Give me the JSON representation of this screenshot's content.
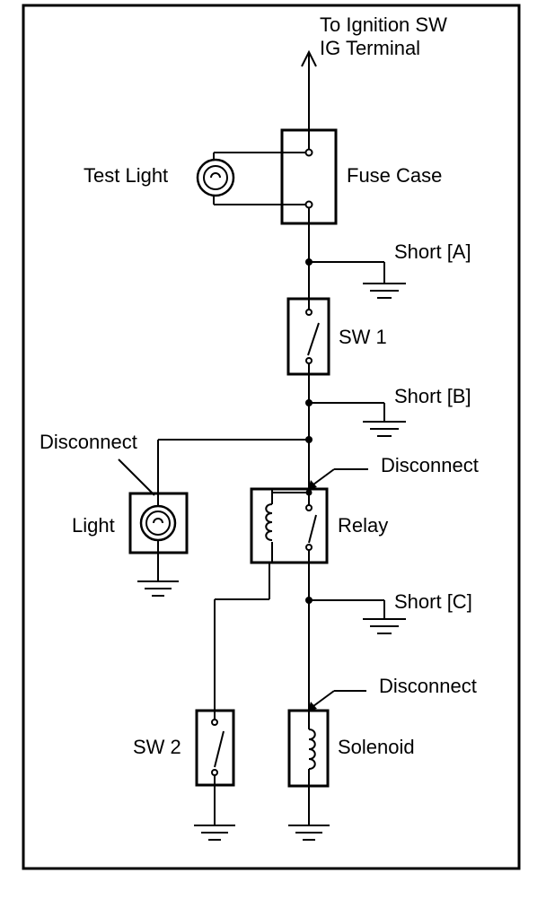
{
  "labels": {
    "ignition_line1": "To Ignition SW",
    "ignition_line2": "IG Terminal",
    "test_light": "Test Light",
    "fuse_case": "Fuse Case",
    "short_a": "Short [A]",
    "sw1": "SW 1",
    "short_b": "Short [B]",
    "disconnect_light": "Disconnect",
    "disconnect_relay": "Disconnect",
    "light": "Light",
    "relay": "Relay",
    "short_c": "Short [C]",
    "disconnect_solenoid": "Disconnect",
    "sw2": "SW 2",
    "solenoid": "Solenoid"
  },
  "colors": {
    "line": "#000000",
    "background": "#ffffff"
  }
}
